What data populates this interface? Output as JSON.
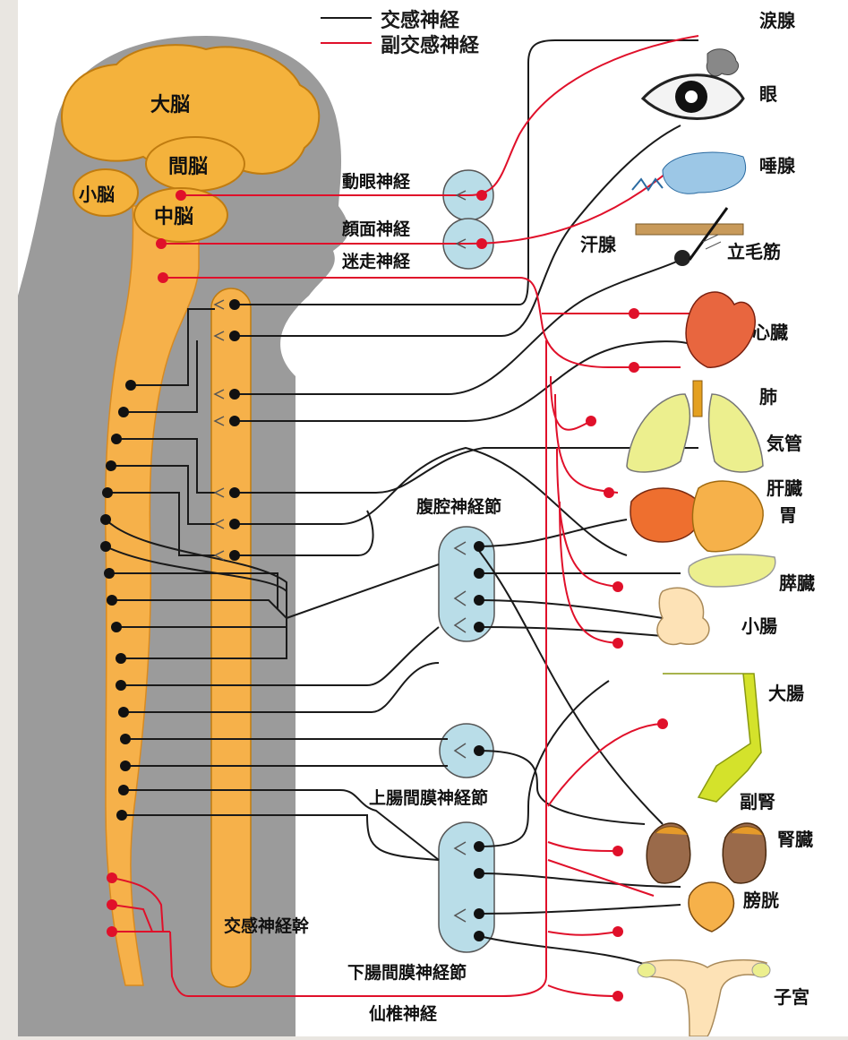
{
  "legend": {
    "sympathetic": "交感神経",
    "parasympathetic": "副交感神経"
  },
  "brain": {
    "cerebrum": "大脳",
    "diencephalon": "間脳",
    "cerebellum": "小脳",
    "midbrain": "中脳"
  },
  "nerves": {
    "oculomotor": "動眼神経",
    "facial": "顔面神経",
    "vagus": "迷走神経",
    "sacral": "仙椎神経"
  },
  "ganglia": {
    "celiac": "腹腔神経節",
    "superior_mesenteric": "上腸間膜神経節",
    "inferior_mesenteric": "下腸間膜神経節",
    "trunk": "交感神経幹"
  },
  "organs": {
    "lacrimal": "涙腺",
    "eye": "眼",
    "salivary": "唾腺",
    "sweat": "汗腺",
    "arrector": "立毛筋",
    "heart": "心臓",
    "lung": "肺",
    "trachea": "気管",
    "liver": "肝臓",
    "stomach": "胃",
    "pancreas": "膵臓",
    "small_intestine": "小腸",
    "large_intestine": "大腸",
    "adrenal": "副腎",
    "kidney": "腎臓",
    "bladder": "膀胱",
    "uterus": "子宮"
  },
  "colors": {
    "sympathetic": "#1a1a1a",
    "parasympathetic": "#e0102a",
    "spine": "#f6b14a",
    "brain": "#f4b23c",
    "ganglion": "#b9dde8",
    "silhouette": "#9a9a9a"
  }
}
